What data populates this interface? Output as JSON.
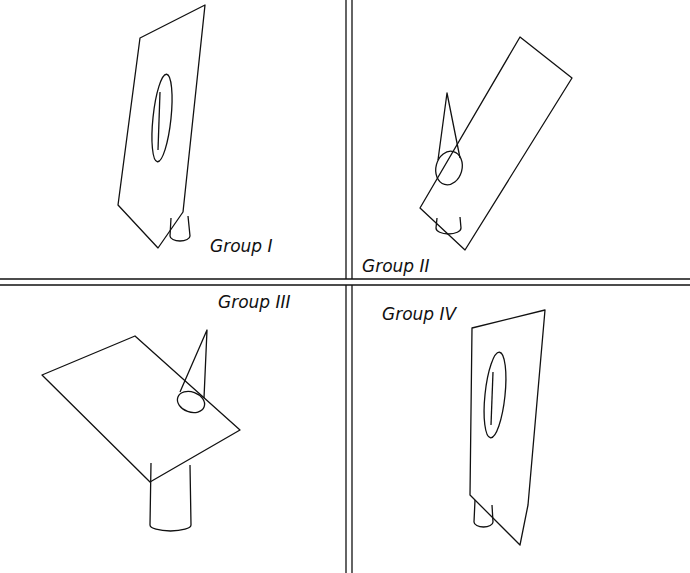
{
  "diagram": {
    "labels": [
      "Group I",
      "Group II",
      "Group III",
      "Group IV"
    ]
  }
}
